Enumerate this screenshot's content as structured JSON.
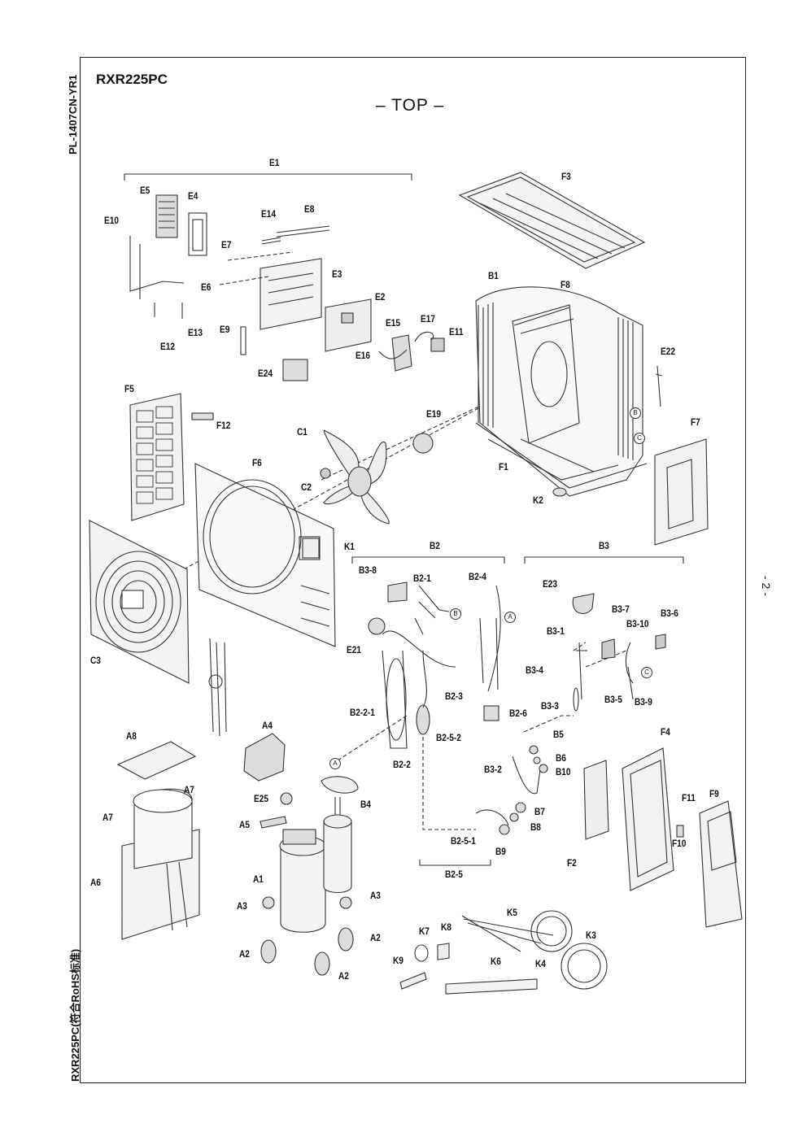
{
  "document": {
    "side_code": "PL-1407CN-YR1",
    "side_footer": "RXR225PC(符合RoHS标准)",
    "model": "RXR225PC",
    "view": "– TOP –",
    "page": "- 2 -"
  },
  "groups": [
    "E1",
    "B2",
    "B3",
    "B2-5"
  ],
  "parts": [
    "E5",
    "E4",
    "E10",
    "E14",
    "E8",
    "E7",
    "E6",
    "E3",
    "E2",
    "E12",
    "E13",
    "E9",
    "E15",
    "E17",
    "E11",
    "E16",
    "E24",
    "F3",
    "B1",
    "F8",
    "E22",
    "F5",
    "F12",
    "C1",
    "E19",
    "F7",
    "F1",
    "F6",
    "C2",
    "K2",
    "C3",
    "K1",
    "B3-8",
    "B2-1",
    "B2-4",
    "E23",
    "B3-7",
    "B3-6",
    "B3-10",
    "B3-1",
    "E21",
    "B3-4",
    "B3-5",
    "B3-9",
    "B2-3",
    "B3-3",
    "B2-2-1",
    "B2-6",
    "B2-5-2",
    "B5",
    "B6",
    "B10",
    "B3-2",
    "F4",
    "A8",
    "A4",
    "B2-2",
    "A7",
    "E25",
    "B4",
    "F11",
    "F9",
    "B7",
    "B8",
    "F10",
    "A5",
    "B2-5-1",
    "B9",
    "F2",
    "A6",
    "A1",
    "A3",
    "A2",
    "K5",
    "K7",
    "K8",
    "K3",
    "K9",
    "K6",
    "K4"
  ],
  "markers": [
    "A",
    "B",
    "C"
  ]
}
